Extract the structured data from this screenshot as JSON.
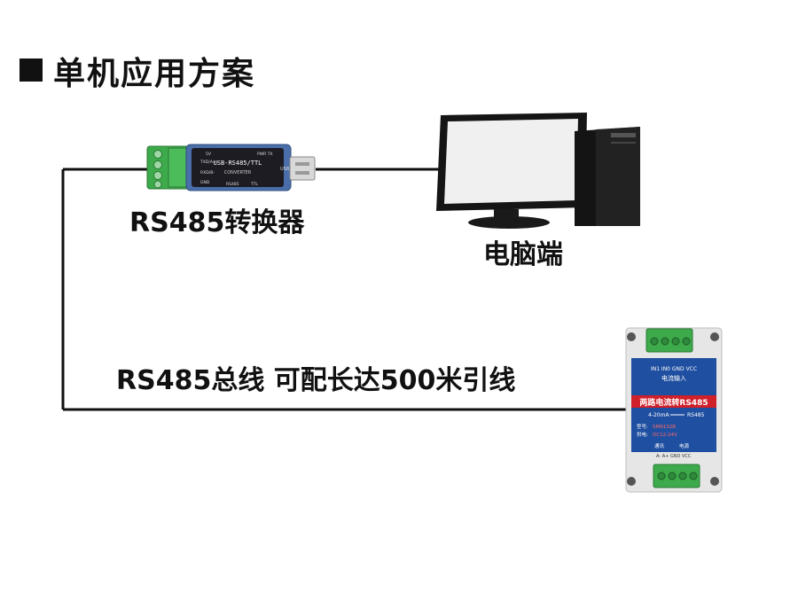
{
  "title": "单机应用方案",
  "labels": {
    "converter": "RS485转换器",
    "pc": "电脑端",
    "bus": "RS485总线 可配长达500米引线"
  },
  "converter_device": {
    "body_text": "USB-RS485/TTL",
    "sub_text": "CONVERTER",
    "pins": [
      "5V",
      "TXD/A+",
      "RXD/B-",
      "GND"
    ],
    "usb": "USB",
    "bottom_text": "RS485",
    "ttl": "TTL",
    "led": "PWR TX"
  },
  "module_device": {
    "top_pins": "IN1 IN0 GND VCC",
    "input_label": "电流输入",
    "name": "两路电流转RS485",
    "spec": "4-20mA",
    "spec_right": "RS485",
    "model_label": "型号:",
    "model": "SM9132B",
    "power_label": "供电:",
    "power": "DC12-24V",
    "comm_label": "通讯",
    "supply_label": "电源",
    "bottom_pins": "A-  A+  GND VCC"
  },
  "colors": {
    "line": "#111111",
    "terminal_green": "#3daa4b",
    "module_blue": "#1f4fa0",
    "module_red": "#d0202a"
  }
}
